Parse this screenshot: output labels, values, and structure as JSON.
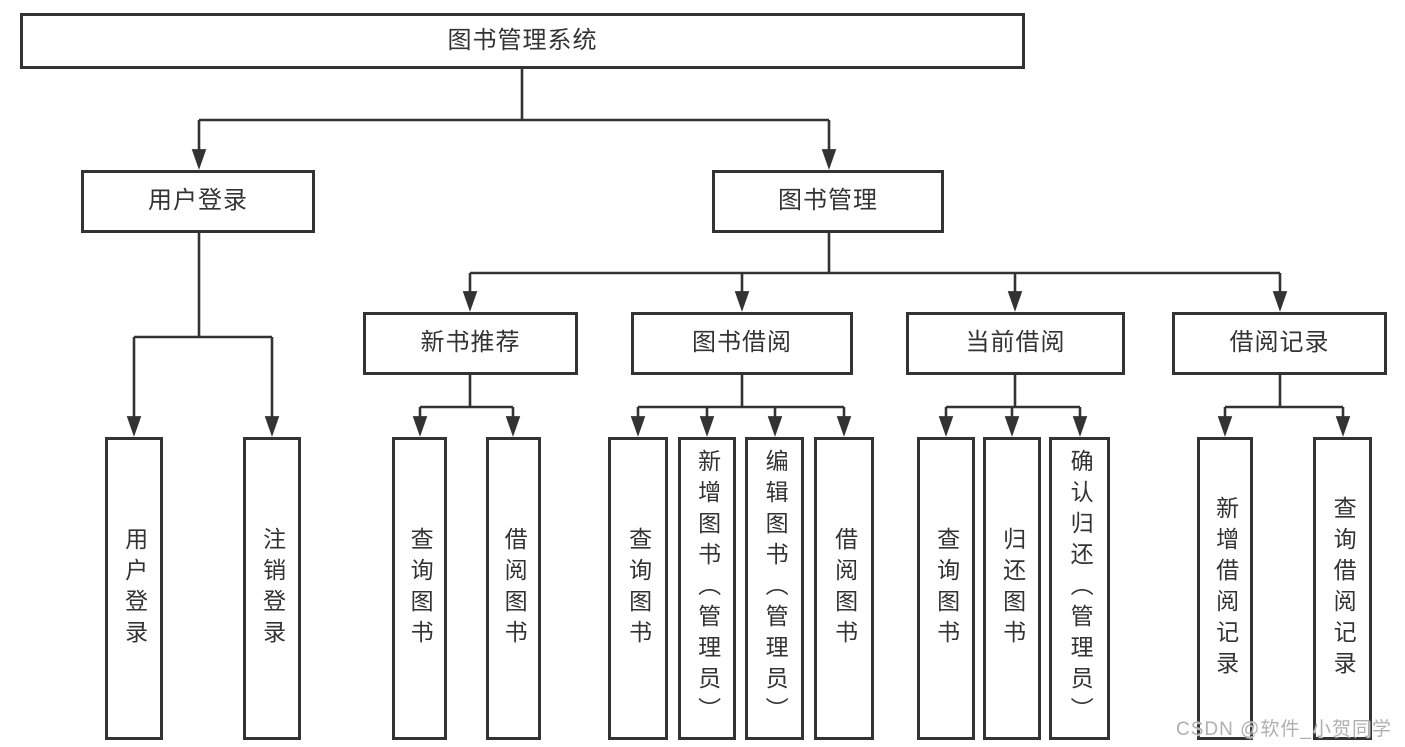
{
  "nodes": {
    "root": "图书管理系统",
    "user_login": "用户登录",
    "book_management": "图书管理",
    "new_book_recommend": "新书推荐",
    "book_borrowing": "图书借阅",
    "current_borrowing": "当前借阅",
    "borrowing_records": "借阅记录",
    "leaves": {
      "ul_user_login": "用户登录",
      "ul_logout": "注销登录",
      "nr_query_books": "查询图书",
      "nr_borrow_books": "借阅图书",
      "bb_query_books": "查询图书",
      "bb_add_books": "新增图书（管理员）",
      "bb_edit_books": "编辑图书（管理员）",
      "bb_borrow_books": "借阅图书",
      "cb_query_books": "查询图书",
      "cb_return_books": "归还图书",
      "cb_confirm_return": "确认归还（管理员）",
      "br_add_record": "新增借阅记录",
      "br_query_record": "查询借阅记录"
    }
  },
  "watermark": "CSDN @软件_小贺同学",
  "colors": {
    "line": "#333333",
    "box_border": "#333333",
    "background": "#ffffff",
    "text": "#333333",
    "watermark": "#b0b0b0"
  }
}
